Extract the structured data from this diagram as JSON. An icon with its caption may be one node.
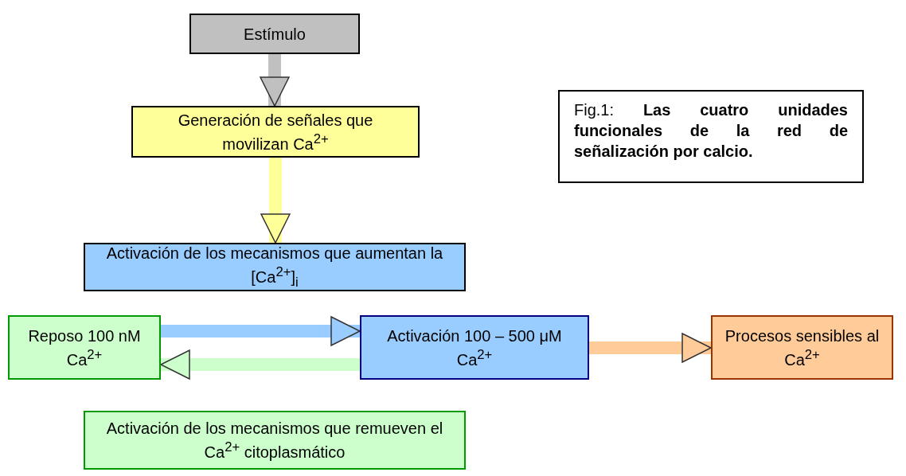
{
  "diagram": {
    "caption": "Fig.1: **Las cuatro unidades funcionales de la red de señalización por calcio.**",
    "nodes": [
      {
        "text": [
          "Estímulo"
        ]
      },
      {
        "text": [
          "Generación de señales que movilizan Ca$^{2+}$"
        ]
      },
      {
        "text": [
          "Activación de los mecanismos que aumentan la [Ca$^{2+}$]$_{i}$"
        ]
      },
      {
        "text": [
          "Reposo 100 nM Ca$^{2+}$"
        ]
      },
      {
        "text": [
          "Activación 100 – 500 μM Ca$^{2+}$"
        ]
      },
      {
        "text": [
          "Procesos sensibles al Ca$^{2+}$"
        ]
      },
      {
        "text": [
          "Activación de los mecanismos que remueven el Ca$^{2+}$ citoplasmático"
        ]
      }
    ],
    "edges": [
      {
        "from": 0,
        "to": 1,
        "arrow": "to",
        "color": "#c0c0c0"
      },
      {
        "from": 1,
        "to": 2,
        "arrow": "to",
        "color": "#ffff99"
      },
      {
        "from": 3,
        "to": 4,
        "arrow": "to",
        "color": "#99ccff"
      },
      {
        "from": 4,
        "to": 3,
        "arrow": "to",
        "color": "#ccffcc"
      },
      {
        "from": 4,
        "to": 5,
        "arrow": "to",
        "color": "#ffcc99"
      }
    ]
  }
}
